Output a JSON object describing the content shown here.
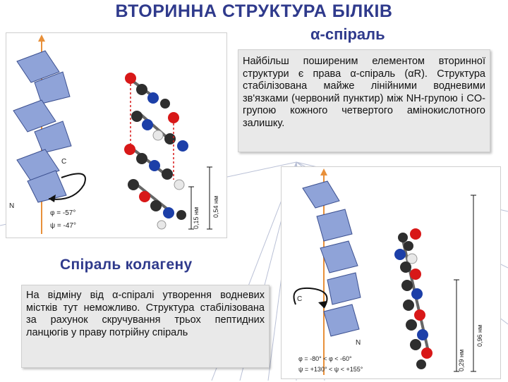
{
  "title": "ВТОРИННА СТРУКТУРА БІЛКІВ",
  "alpha_heading": "α-спіраль",
  "alpha_text": "Найбільш поширеним елементом вторинної структури є права α-спіраль (αR). Структура стабілізована майже лінійними водневими зв'язками (червоний пунктир) між NH-групою і CO-групою кожного четвертого амінокислотного залишку.",
  "collagen_heading": "Спіраль колагену",
  "collagen_text": "На відміну від α-спіралі утворення водневих містків тут неможливо. Структура стабілізована за рахунок скручування трьох пептидних ланцюгів у праву потрійну спіраль",
  "alpha_figure": {
    "label_c": "C",
    "label_n": "N",
    "phi": "φ = -57°",
    "psi": "ψ = -47°",
    "dim_1": "0,15 нм",
    "dim_2": "0,54 нм"
  },
  "collagen_figure": {
    "label_c": "C",
    "label_n": "N",
    "dim_1": "0,29 нм",
    "dim_2": "0,96 нм",
    "phi": "φ = -80° < φ < -60°",
    "psi": "ψ = +130° < ψ < +155°"
  },
  "colors": {
    "heading": "#2f3a8c",
    "axis": "#e8903a",
    "plane": "#7f96cf",
    "atom_red": "#d81818",
    "atom_blue": "#1c3fa8",
    "atom_dark": "#2e2e2e",
    "atom_white": "#e8e8e8"
  }
}
